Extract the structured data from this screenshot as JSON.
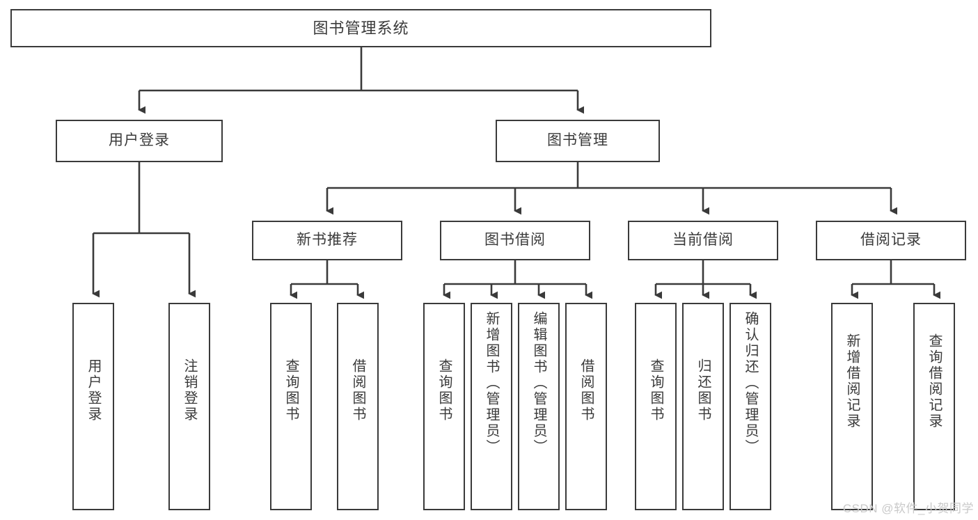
{
  "diagram": {
    "title": "图书管理系统",
    "type": "tree",
    "root": {
      "id": "root",
      "label": "图书管理系统"
    },
    "level1": [
      {
        "id": "user-login",
        "label": "用户登录"
      },
      {
        "id": "book-manage",
        "label": "图书管理"
      }
    ],
    "level2": [
      {
        "id": "new-book-rec",
        "label": "新书推荐",
        "parent": "book-manage"
      },
      {
        "id": "book-borrow",
        "label": "图书借阅",
        "parent": "book-manage"
      },
      {
        "id": "current-borrow",
        "label": "当前借阅",
        "parent": "book-manage"
      },
      {
        "id": "borrow-record",
        "label": "借阅记录",
        "parent": "book-manage"
      }
    ],
    "leaves": [
      {
        "id": "leaf-user-login",
        "label": "用户登录",
        "parent": "user-login"
      },
      {
        "id": "leaf-user-logout",
        "label": "注销登录",
        "parent": "user-login"
      },
      {
        "id": "leaf-query-book-1",
        "label": "查询图书",
        "parent": "new-book-rec"
      },
      {
        "id": "leaf-borrow-book-1",
        "label": "借阅图书",
        "parent": "new-book-rec"
      },
      {
        "id": "leaf-query-book-2",
        "label": "查询图书",
        "parent": "book-borrow"
      },
      {
        "id": "leaf-add-book",
        "label": "新增图书（管理员）",
        "parent": "book-borrow"
      },
      {
        "id": "leaf-edit-book",
        "label": "编辑图书（管理员）",
        "parent": "book-borrow"
      },
      {
        "id": "leaf-borrow-book-2",
        "label": "借阅图书",
        "parent": "book-borrow"
      },
      {
        "id": "leaf-query-book-3",
        "label": "查询图书",
        "parent": "current-borrow"
      },
      {
        "id": "leaf-return-book",
        "label": "归还图书",
        "parent": "current-borrow"
      },
      {
        "id": "leaf-confirm-return",
        "label": "确认归还（管理员）",
        "parent": "current-borrow"
      },
      {
        "id": "leaf-add-record",
        "label": "新增借阅记录",
        "parent": "borrow-record"
      },
      {
        "id": "leaf-query-record",
        "label": "查询借阅记录",
        "parent": "borrow-record"
      }
    ]
  },
  "watermark": {
    "text": "CSDN @软件_小贺同学"
  },
  "colors": {
    "border": "#3a3a3a",
    "text": "#3a3a3a",
    "background": "#ffffff",
    "watermark": "#c9c9c9"
  }
}
